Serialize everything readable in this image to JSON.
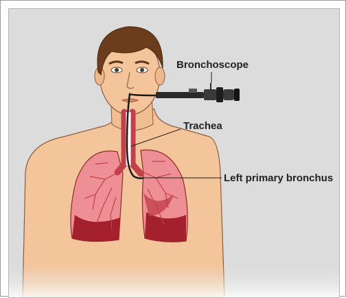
{
  "labels": {
    "bronchoscope": "Bronchoscope",
    "trachea": "Trachea",
    "left_primary_bronchus": "Left primary bronchus"
  },
  "colors": {
    "background": "#dcdcdc",
    "skin": "#f4c49a",
    "hair": "#6b3d1c",
    "lung": "#ee8f96",
    "lung_dark": "#a3202c",
    "airway": "#ffffff",
    "label_text": "#222222"
  }
}
